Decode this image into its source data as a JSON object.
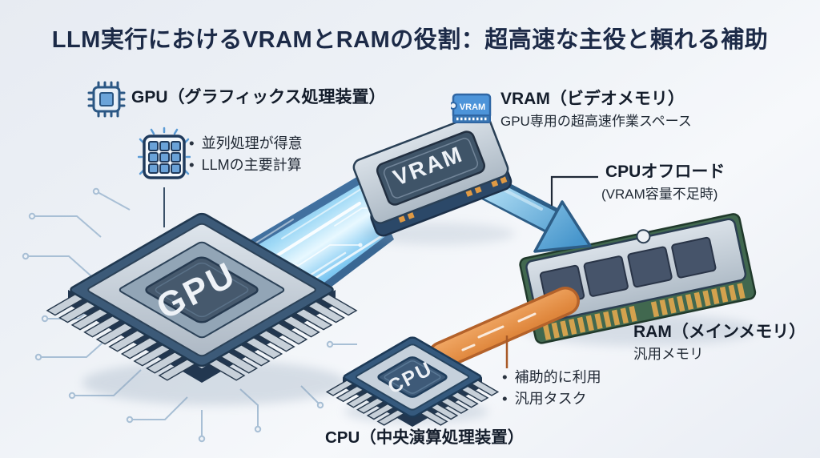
{
  "title": "LLM実行におけるVRAMとRAMの役割：超高速な主役と頼れる補助",
  "gpu": {
    "label": "GPU（グラフィックス処理装置）",
    "chip_text": "GPU",
    "bullets": [
      "並列処理が得意",
      "LLMの主要計算"
    ]
  },
  "vram": {
    "label": "VRAM（ビデオメモリ）",
    "sublabel": "GPU専用の超高速作業スペース",
    "icon_text": "VRAM",
    "chip_text": "VRAM"
  },
  "cpu_offload": {
    "label": "CPUオフロード",
    "sublabel": "(VRAM容量不足時)"
  },
  "ram": {
    "label": "RAM（メインメモリ）",
    "sublabel": "汎用メモリ"
  },
  "cpu": {
    "label": "CPU（中央演算処理装置）",
    "chip_text": "CPU",
    "bullets": [
      "補助的に利用",
      "汎用タスク"
    ]
  },
  "colors": {
    "title_text": "#1c2a47",
    "beam_edge": "#4f9ad8",
    "beam_light": "#e8f8ff",
    "arrow_blue": "#4796cc",
    "offload_orange": "#e0883e",
    "pcb_green": "#41684f",
    "gold_pins": "#d3a24e",
    "chip_navy": "#3c5a78",
    "accent_blue": "#4a90d9"
  }
}
